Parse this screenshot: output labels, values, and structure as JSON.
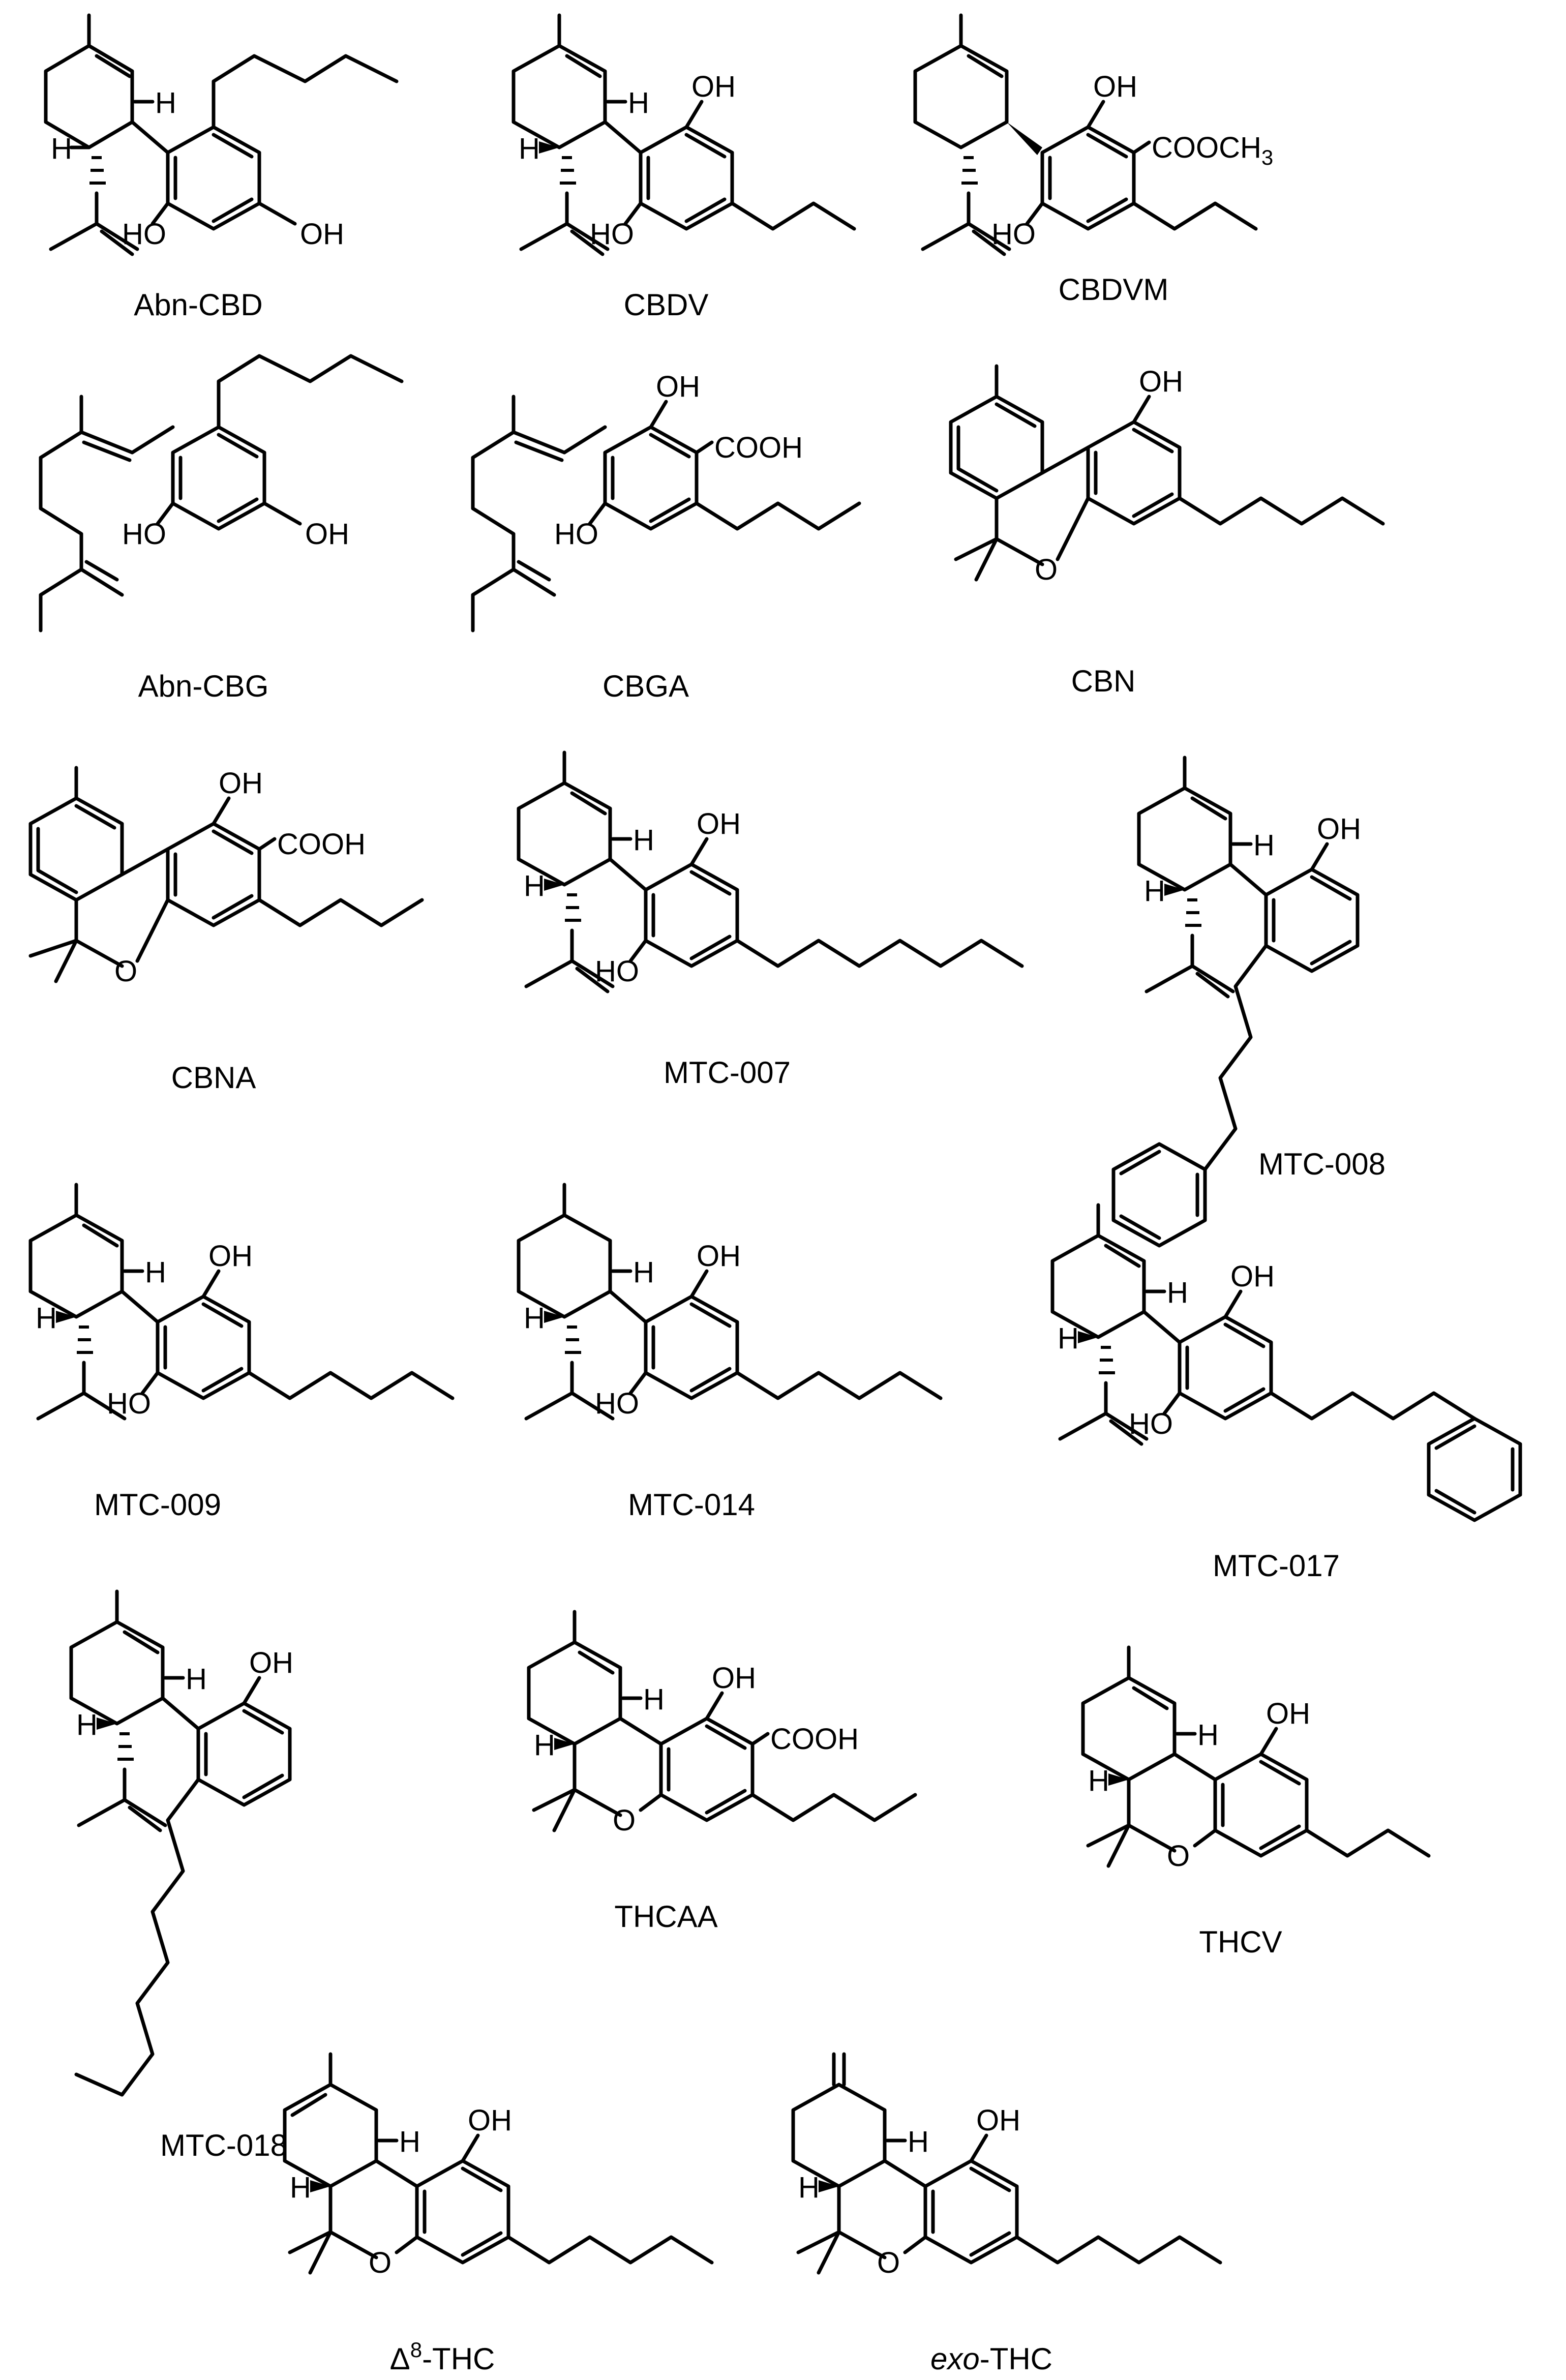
{
  "compounds": [
    {
      "name": "Abn-CBD"
    },
    {
      "name": "CBDV"
    },
    {
      "name": "CBDVM"
    },
    {
      "name": "Abn-CBG"
    },
    {
      "name": "CBGA"
    },
    {
      "name": "CBN"
    },
    {
      "name": "CBNA"
    },
    {
      "name": "MTC-007"
    },
    {
      "name": "MTC-008"
    },
    {
      "name": "MTC-009"
    },
    {
      "name": "MTC-014"
    },
    {
      "name": "MTC-017"
    },
    {
      "name": "MTC-018"
    },
    {
      "name": "THCAA"
    },
    {
      "name": "THCV"
    },
    {
      "name": "Δ8-THC",
      "delta": "Δ",
      "superscript": "8",
      "suffix": "-THC"
    },
    {
      "name": "exo-THC",
      "italic_prefix": "exo",
      "suffix": "-THC"
    }
  ],
  "atom_labels": {
    "oh": "OH",
    "ho": "HO",
    "h": "H",
    "o": "O",
    "cooh": "COOH",
    "coome": "COOCH",
    "subscript3": "3"
  }
}
